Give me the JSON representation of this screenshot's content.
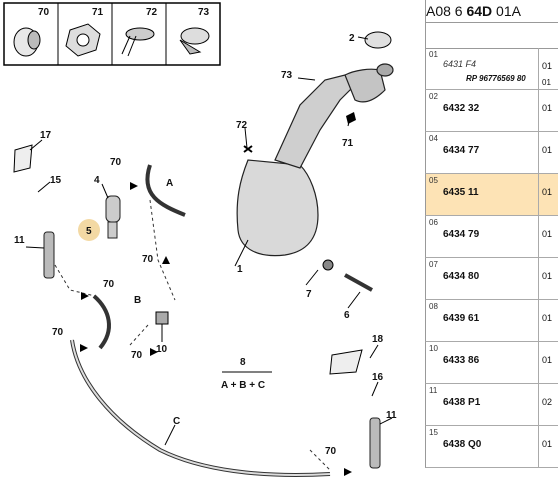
{
  "header": {
    "prefix": "A08 6 ",
    "bold": "64D",
    "suffix": " 01A"
  },
  "legend_boxes": [
    "70",
    "71",
    "72",
    "73"
  ],
  "callouts": {
    "c1": "1",
    "c2": "2",
    "c4": "4",
    "c5": "5",
    "c6": "6",
    "c7": "7",
    "c8": "8",
    "c10": "10",
    "c11a": "11",
    "c11b": "11",
    "c15": "15",
    "c16": "16",
    "c17": "17",
    "c18": "18",
    "c70a": "70",
    "c70b": "70",
    "c70c": "70",
    "c70d": "70",
    "c70e": "70",
    "c70f": "70",
    "c71": "71",
    "c72": "72",
    "c73": "73",
    "cA": "A",
    "cB": "B",
    "cC": "C",
    "formula": "A + B + C"
  },
  "rows": [
    {
      "idx": "01",
      "num": "6431 F4",
      "sub": "RP 96776569 80",
      "qty": "01",
      "qty2": "01",
      "selected": false
    },
    {
      "idx": "02",
      "num": "6432 32",
      "sub": "",
      "qty": "01",
      "qty2": "",
      "selected": false
    },
    {
      "idx": "04",
      "num": "6434 77",
      "sub": "",
      "qty": "01",
      "qty2": "",
      "selected": false
    },
    {
      "idx": "05",
      "num": "6435 11",
      "sub": "",
      "qty": "01",
      "qty2": "",
      "selected": true
    },
    {
      "idx": "06",
      "num": "6434 79",
      "sub": "",
      "qty": "01",
      "qty2": "",
      "selected": false
    },
    {
      "idx": "07",
      "num": "6434 80",
      "sub": "",
      "qty": "01",
      "qty2": "",
      "selected": false
    },
    {
      "idx": "08",
      "num": "6439 61",
      "sub": "",
      "qty": "01",
      "qty2": "",
      "selected": false
    },
    {
      "idx": "10",
      "num": "6433 86",
      "sub": "",
      "qty": "01",
      "qty2": "",
      "selected": false
    },
    {
      "idx": "11",
      "num": "6438 P1",
      "sub": "",
      "qty": "02",
      "qty2": "",
      "selected": false
    },
    {
      "idx": "15",
      "num": "6438 Q0",
      "sub": "",
      "qty": "01",
      "qty2": "",
      "selected": false
    }
  ]
}
